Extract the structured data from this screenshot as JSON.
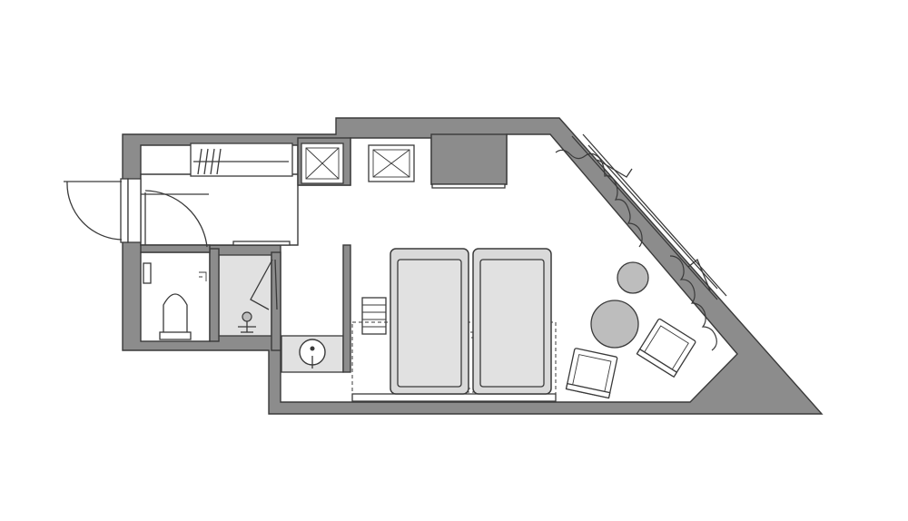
{
  "diagram": {
    "kind": "floor-plan",
    "colors": {
      "wall": "#8c8c8c",
      "outline": "#3a3a3a",
      "furniture": "#d9d9d9",
      "table": "#bdbdbd",
      "background": "#ffffff"
    },
    "elements": [
      "entrance-door",
      "closet-with-hangers",
      "cabinet",
      "washroom-door",
      "toilet",
      "shower-booth",
      "washbasin",
      "twin-beds",
      "luggage-rack",
      "desk-counter",
      "round-table",
      "small-round-table",
      "armchairs",
      "window-curtains"
    ],
    "icons": [
      "door-swing-icon",
      "toilet-icon",
      "shower-icon",
      "sink-icon",
      "hanger-icon",
      "cabinet-cross-icon"
    ]
  }
}
